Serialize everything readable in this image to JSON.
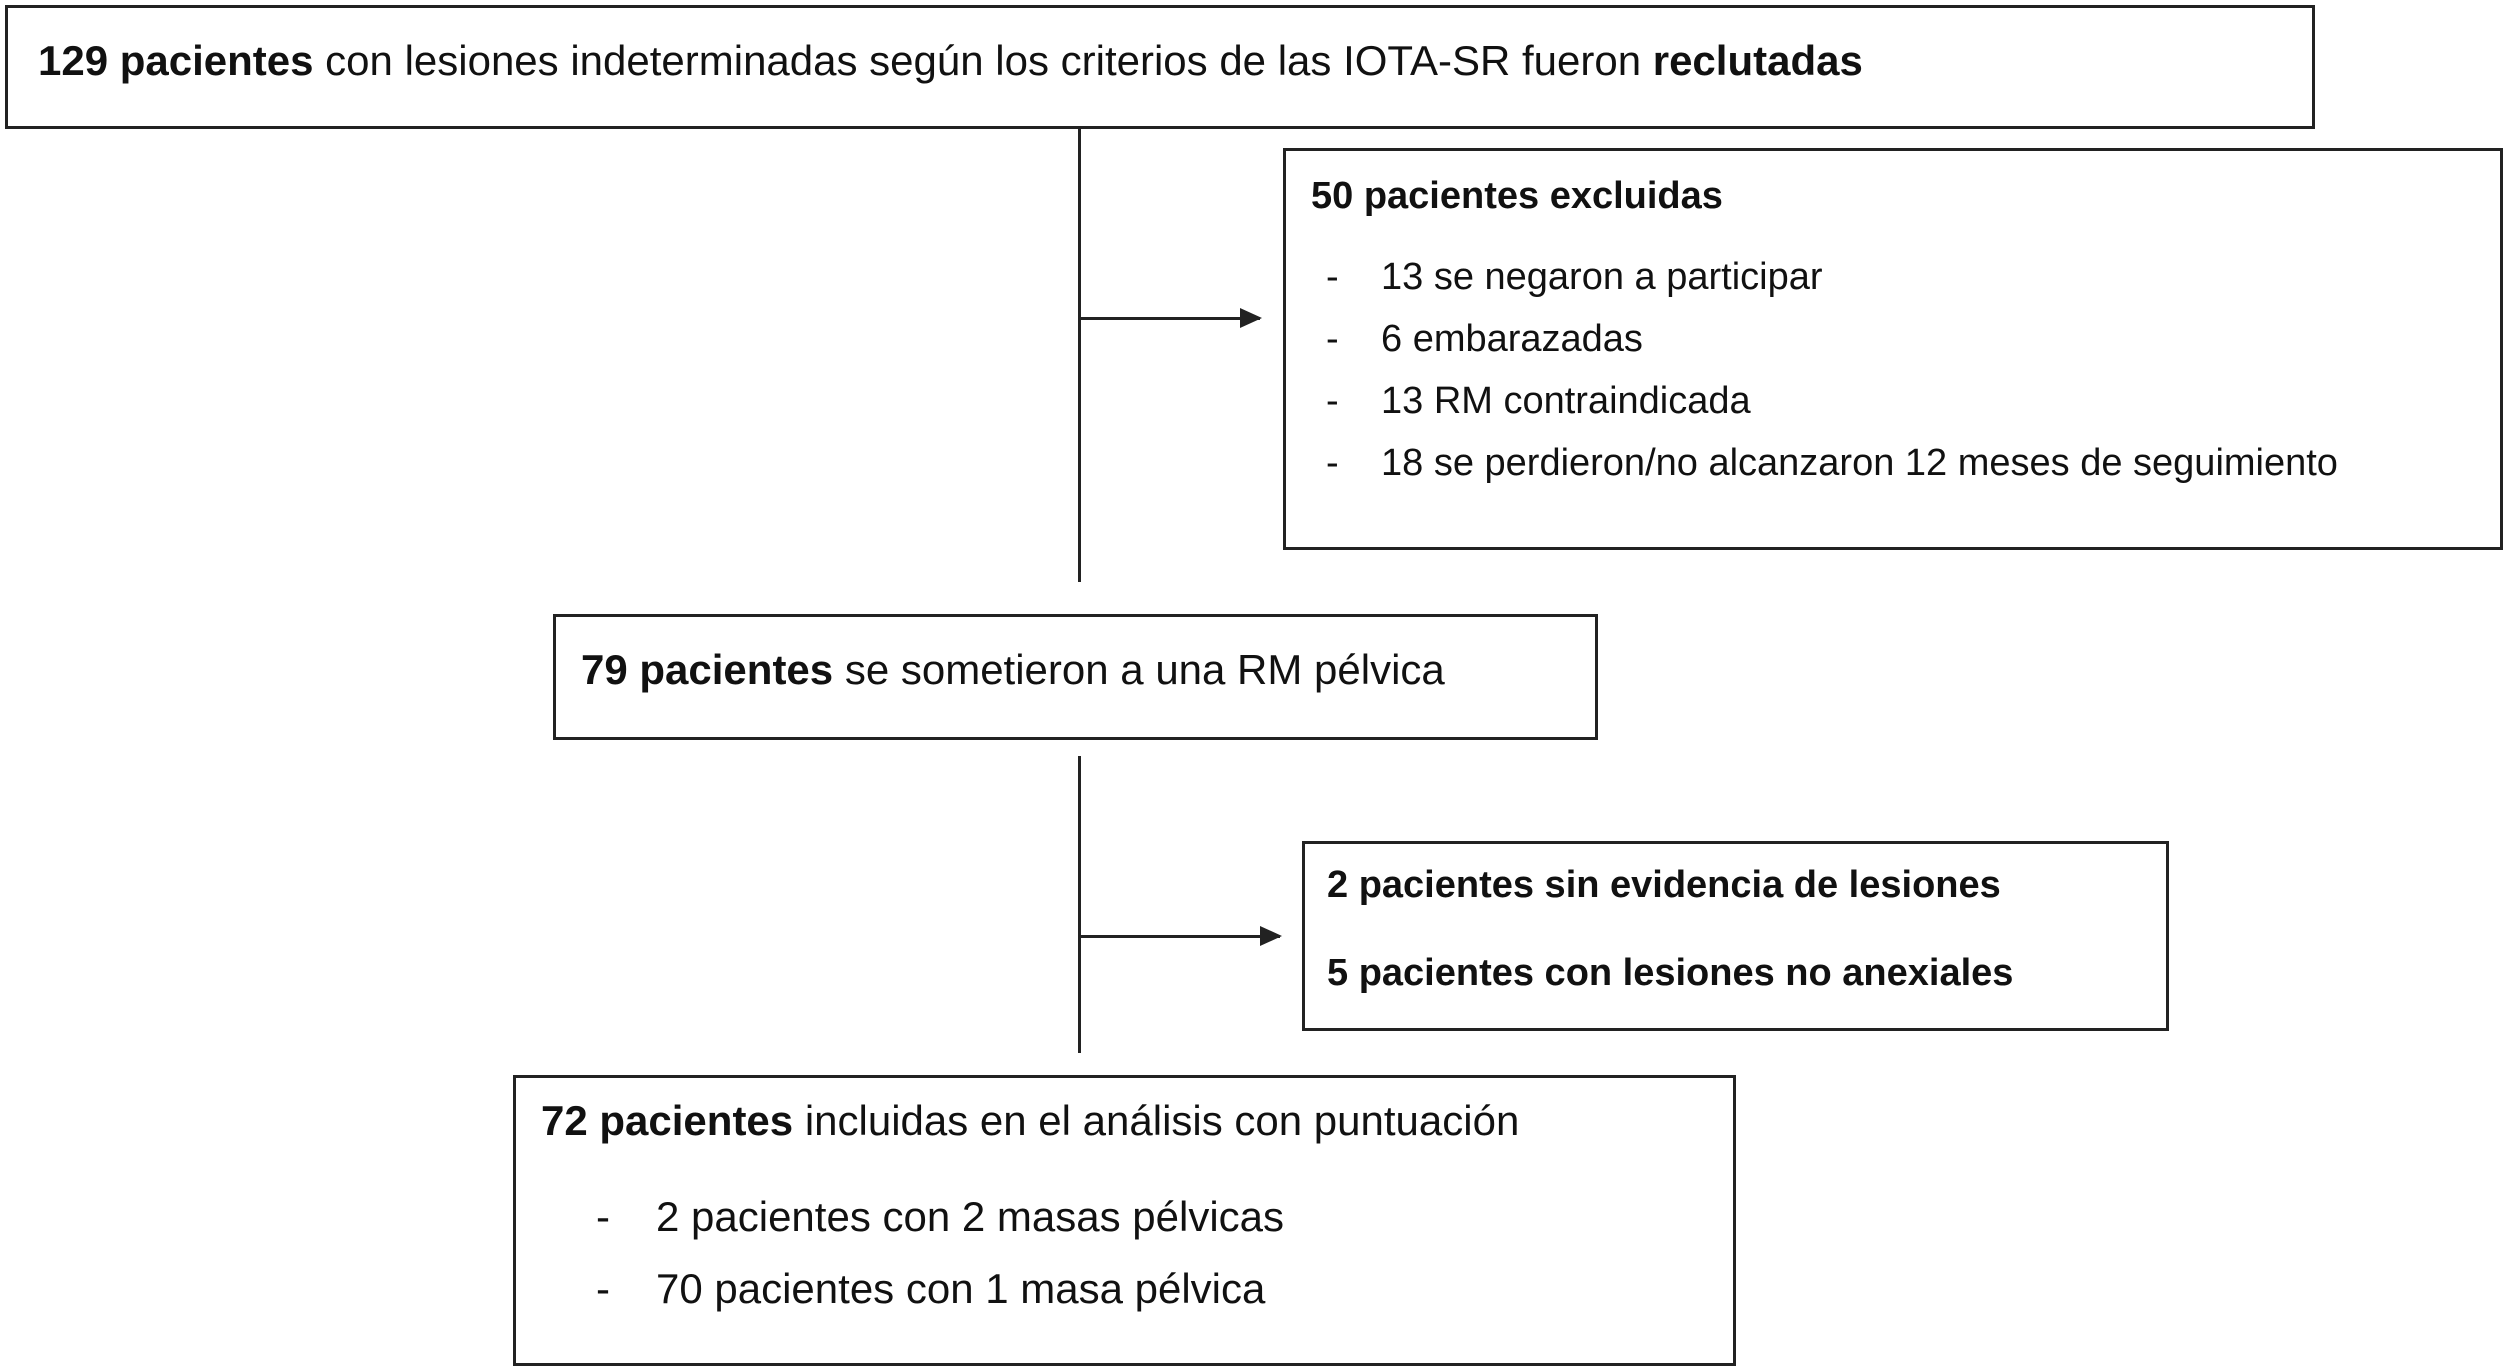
{
  "recruited": {
    "count": "129 pacientes",
    "middle": " con lesiones indeterminadas según los criterios de las IOTA-SR fueron ",
    "end": "reclutadas"
  },
  "excluded": {
    "title": "50 pacientes excluidas",
    "items": [
      "13 se negaron a participar",
      "6 embarazadas",
      "13 RM contraindicada",
      "18 se perdieron/no alcanzaron 12 meses de seguimiento"
    ]
  },
  "mri": {
    "count": "79 pacientes",
    "rest": " se sometieron a una RM pélvica"
  },
  "nolesion": {
    "line1": "2  pacientes sin evidencia de lesiones",
    "line2": "5 pacientes con lesiones no anexiales"
  },
  "included": {
    "count": "72 pacientes",
    "rest": " incluidas en el análisis con puntuación",
    "items": [
      "2 pacientes con 2 masas pélvicas",
      "70 pacientes con 1 masa pélvica"
    ]
  },
  "dash": "-"
}
